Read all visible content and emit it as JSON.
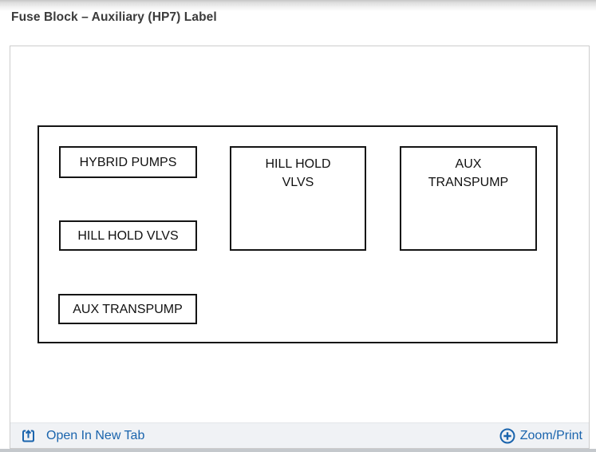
{
  "page": {
    "title": "Fuse Block – Auxiliary (HP7) Label"
  },
  "diagram": {
    "description": "Fuse block auxiliary (HP7) label layout",
    "boxes": [
      {
        "id": "hybrid-pumps-small",
        "lines": [
          "HYBRID PUMPS"
        ]
      },
      {
        "id": "hill-hold-vlvs-small",
        "lines": [
          "HILL HOLD VLVS"
        ]
      },
      {
        "id": "aux-transpump-small",
        "lines": [
          "AUX TRANSPUMP"
        ]
      },
      {
        "id": "hill-hold-vlvs-large",
        "lines": [
          "HILL HOLD",
          "VLVS"
        ]
      },
      {
        "id": "aux-transpump-large",
        "lines": [
          "AUX",
          "TRANSPUMP"
        ]
      }
    ]
  },
  "footer": {
    "open_in_new_tab": "Open In New Tab",
    "zoom_print": "Zoom/Print"
  },
  "icons": {
    "open_in_new_tab": "open-in-new-tab-icon",
    "zoom_print": "zoom-plus-icon"
  },
  "colors": {
    "link_blue": "#1a64ad",
    "diagram_border": "#141414",
    "footer_background": "#f0f2f5",
    "title_text": "#3b3b3b"
  }
}
